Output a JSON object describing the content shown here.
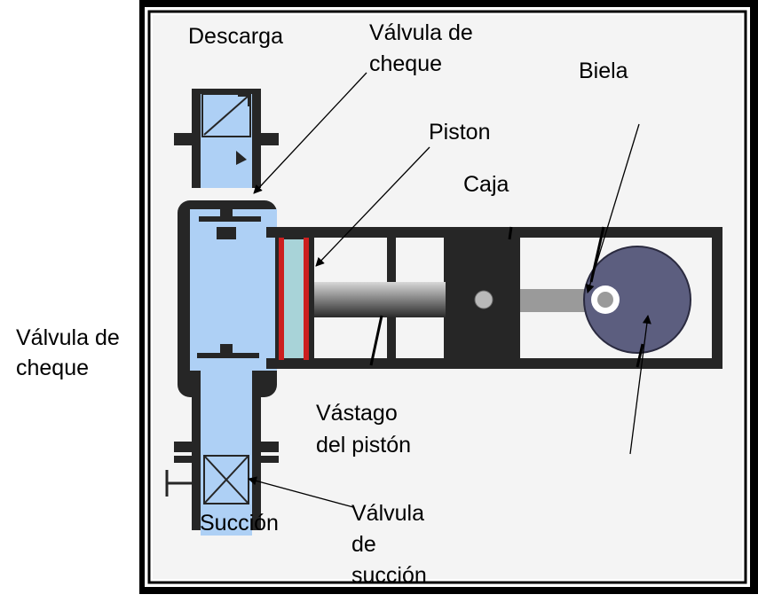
{
  "labels": {
    "descarga": "Descarga",
    "valvula_cheque_top_1": "Válvula de",
    "valvula_cheque_top_2": "cheque",
    "biela": "Biela",
    "piston": "Piston",
    "caja": "Caja",
    "valvula_cheque_left_1": "Válvula de",
    "valvula_cheque_left_2": "cheque",
    "vastago_1": "Vástago",
    "vastago_2": "del pistón",
    "succion": "Succión",
    "valvula_succion_1": "Válvula",
    "valvula_succion_2": "de",
    "valvula_succion_3": "succión"
  },
  "colors": {
    "fluid": "#aed0f5",
    "frame": "#262626",
    "piston_ring": "#cc1f1f",
    "piston_face": "#a8d3d8",
    "crank_disc": "#5c5e7f",
    "rod_gray": "#9a9a9a",
    "panel_bg": "#f4f4f4"
  }
}
